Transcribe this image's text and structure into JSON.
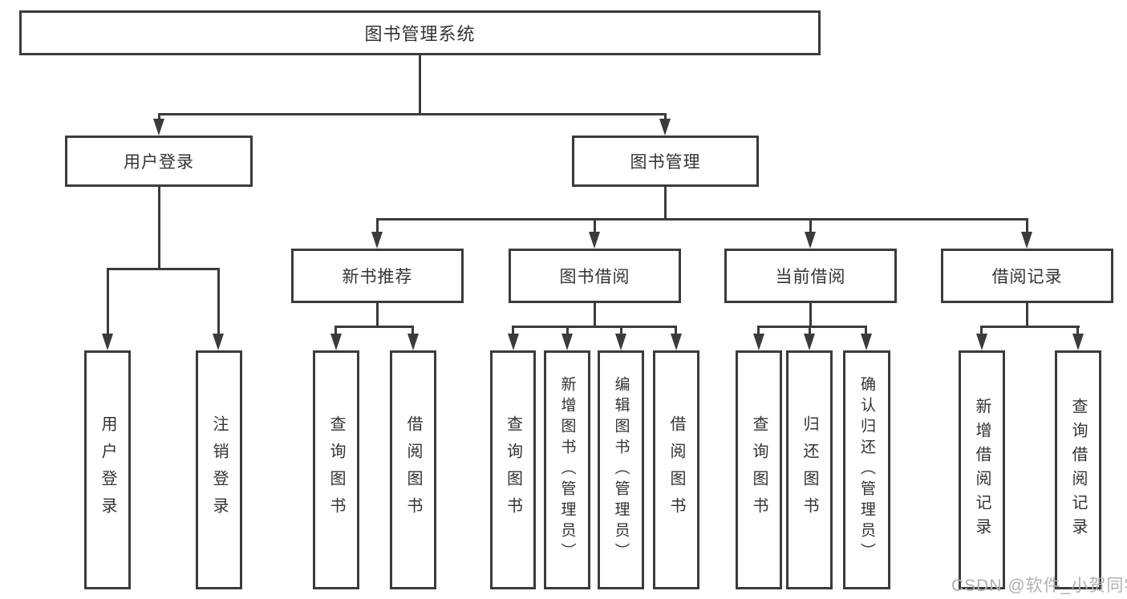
{
  "diagram": {
    "root": {
      "label": "图书管理系统"
    },
    "level2": {
      "login": {
        "label": "用户登录"
      },
      "mgmt": {
        "label": "图书管理"
      }
    },
    "level3": {
      "rec": {
        "label": "新书推荐"
      },
      "borrow": {
        "label": "图书借阅"
      },
      "current": {
        "label": "当前借阅"
      },
      "records": {
        "label": "借阅记录"
      }
    },
    "leaves": {
      "login1": {
        "label": "用户登录"
      },
      "login2": {
        "label": "注销登录"
      },
      "rec1": {
        "label": "查询图书"
      },
      "rec2": {
        "label": "借阅图书"
      },
      "borrow1": {
        "label": "查询图书"
      },
      "borrow2": {
        "label": "新增图书（管理员）"
      },
      "borrow3": {
        "label": "编辑图书（管理员）"
      },
      "borrow4": {
        "label": "借阅图书"
      },
      "current1": {
        "label": "查询图书"
      },
      "current2": {
        "label": "归还图书"
      },
      "current3": {
        "label": "确认归还（管理员）"
      },
      "records1": {
        "label": "新增借阅记录"
      },
      "records2": {
        "label": "查询借阅记录"
      }
    }
  },
  "watermark": {
    "text": "CSDN @软件_小贺同学"
  },
  "colors": {
    "line": "#3b3b3b",
    "text": "#333333",
    "watermark": "#b0b0b0",
    "background": "#ffffff"
  }
}
